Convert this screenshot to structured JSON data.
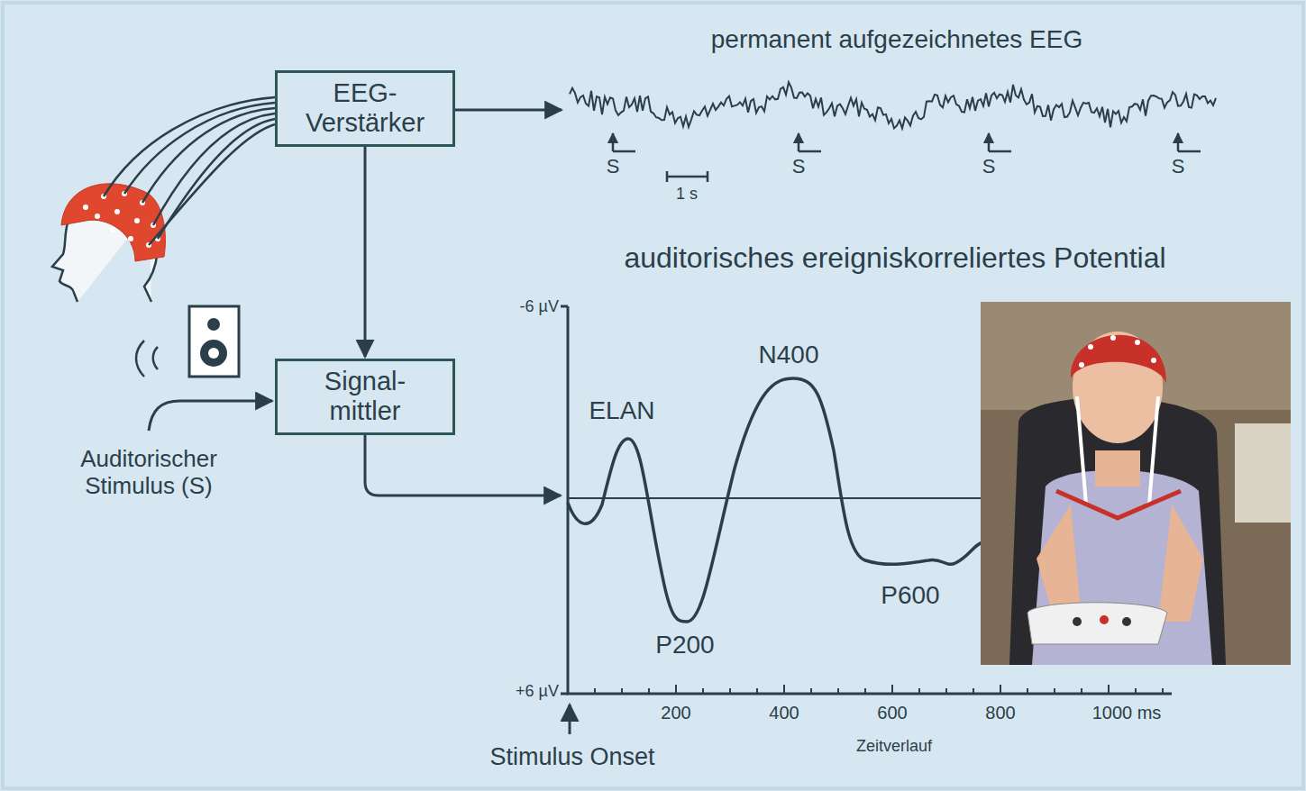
{
  "diagram": {
    "nodes": [
      {
        "text": [
          "EEG- Verstärker"
        ]
      },
      {
        "text": [
          "Signal- mittler"
        ]
      }
    ],
    "edges": [
      {
        "from": 0,
        "to": 1,
        "arrow": "to"
      }
    ],
    "labels": [
      "permanent aufgezeichnetes EEG",
      "S",
      "S",
      "S",
      "S",
      "1 s",
      "auditorisches ereigniskorreliertes Potential",
      "Auditorischer Stimulus (S)",
      "-6 µV",
      "+6 µV",
      "ELAN",
      "N400",
      "P200",
      "P600",
      "200",
      "400",
      "600",
      "800",
      "1000 ms",
      "Stimulus Onset",
      "Zeitverlauf"
    ]
  }
}
